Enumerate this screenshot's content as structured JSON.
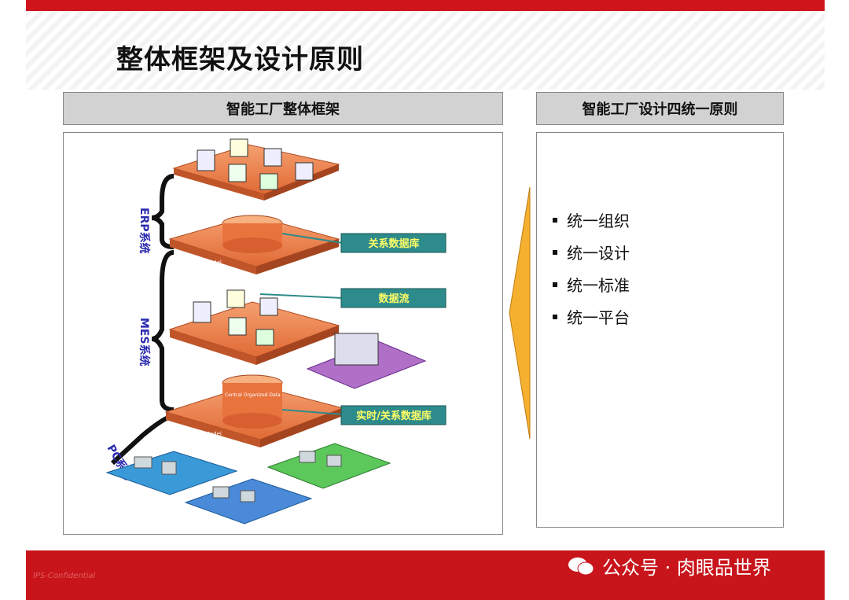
{
  "page_title": "整体框架及设计原则",
  "left_header": "智能工厂整体框架",
  "right_header": "智能工厂设计四统一原则",
  "principles": [
    "统一组织",
    "统一设计",
    "统一标准",
    "统一平台"
  ],
  "diagram": {
    "callouts": [
      "关系数据库",
      "数据流",
      "实时/关系数据库"
    ],
    "systems": [
      "ERP系统",
      "MES系统",
      "PC系统"
    ],
    "layer_labels": [
      "Plant Model",
      "Plant Model",
      "Central Organized Data"
    ]
  },
  "footer": {
    "confidential": "IPS-Confidential",
    "watermark": "公众号 · 肉眼品世界"
  },
  "colors": {
    "brand_red": "#d0141b",
    "callout_teal": "#2e8b8b",
    "callout_text": "#ffff66",
    "layer_orange": "#f08a55",
    "system_blue": "#2a2ab0"
  }
}
